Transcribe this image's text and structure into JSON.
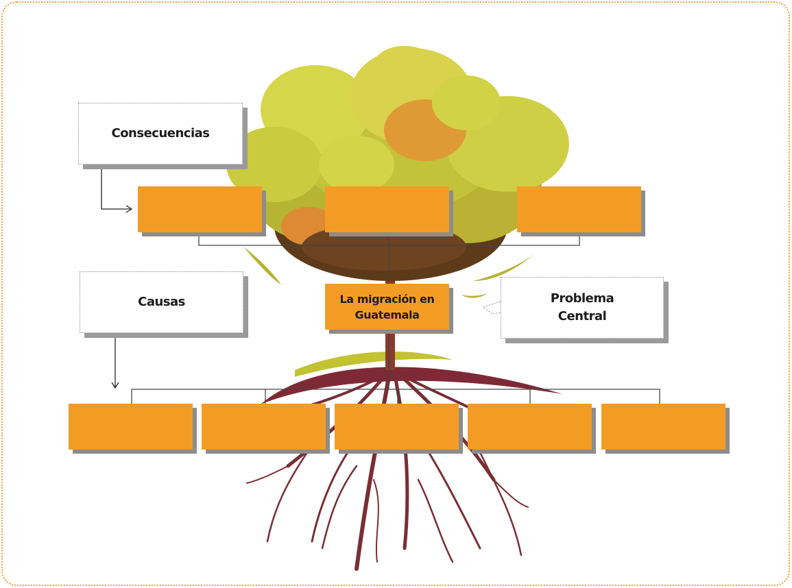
{
  "diagram": {
    "consequences_label": "Consecuencias",
    "causes_label": "Causas",
    "central_problem_label": "Problema Central",
    "central_problem_text": "La migración en Guatemala",
    "consequence_slots": [
      "",
      "",
      ""
    ],
    "cause_slots": [
      "",
      "",
      "",
      "",
      ""
    ]
  },
  "colors": {
    "frame_border": "#f0a030",
    "box_fill": "#f39c25",
    "box_shadow": "#8c8c8c",
    "connector": "#444444"
  }
}
